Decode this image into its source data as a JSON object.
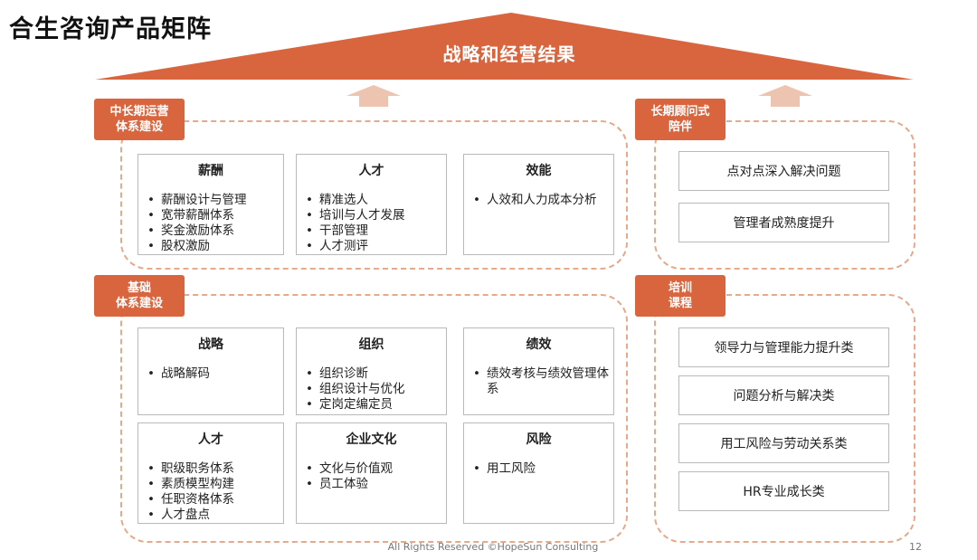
{
  "title": "合生咨询产品矩阵",
  "roof": {
    "label": "战略和经营结果"
  },
  "colors": {
    "accent": "#d9653f",
    "dash": "#e6a98a",
    "arrow": "#ecc4b0"
  },
  "groups": {
    "mid_long_ops": {
      "tag_line1": "中长期运营",
      "tag_line2": "体系建设",
      "cards": [
        {
          "title": "薪酬",
          "items": [
            "薪酬设计与管理",
            "宽带薪酬体系",
            "奖金激励体系",
            "股权激励"
          ]
        },
        {
          "title": "人才",
          "items": [
            "精准选人",
            "培训与人才发展",
            "干部管理",
            "人才测评"
          ]
        },
        {
          "title": "效能",
          "items": [
            "人效和人力成本分析"
          ]
        }
      ]
    },
    "foundation": {
      "tag_line1": "基础",
      "tag_line2": "体系建设",
      "cards": [
        {
          "title": "战略",
          "items": [
            "战略解码"
          ]
        },
        {
          "title": "组织",
          "items": [
            "组织诊断",
            "组织设计与优化",
            "定岗定编定员"
          ]
        },
        {
          "title": "绩效",
          "items": [
            "绩效考核与绩效管理体系"
          ]
        },
        {
          "title": "人才",
          "items": [
            "职级职务体系",
            "素质模型构建",
            "任职资格体系",
            "人才盘点"
          ]
        },
        {
          "title": "企业文化",
          "items": [
            "文化与价值观",
            "员工体验"
          ]
        },
        {
          "title": "风险",
          "items": [
            "用工风险"
          ]
        }
      ]
    },
    "long_advisory": {
      "tag_line1": "长期顾问式",
      "tag_line2": "陪伴",
      "items": [
        "点对点深入解决问题",
        "管理者成熟度提升"
      ]
    },
    "training": {
      "tag_line1": "培训",
      "tag_line2": "课程",
      "items": [
        "领导力与管理能力提升类",
        "问题分析与解决类",
        "用工风险与劳动关系类",
        "HR专业成长类"
      ]
    }
  },
  "footer": {
    "copyright": "All Rights Reserved ©HopeSun Consulting",
    "page": "12"
  }
}
